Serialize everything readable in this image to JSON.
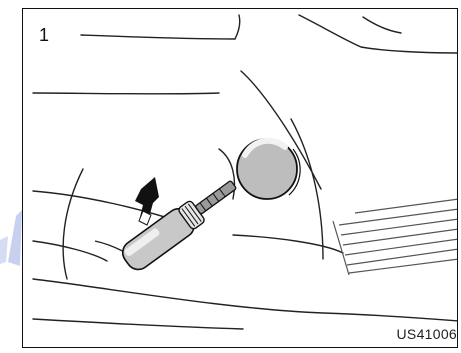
{
  "figure": {
    "step_number": "1",
    "figure_code": "US41006"
  },
  "illustration": {
    "subject": "screwdriver-prying-cover",
    "line_color": "#222222",
    "grille_color": "#555555",
    "watermark_color": "#b9c5e8"
  }
}
